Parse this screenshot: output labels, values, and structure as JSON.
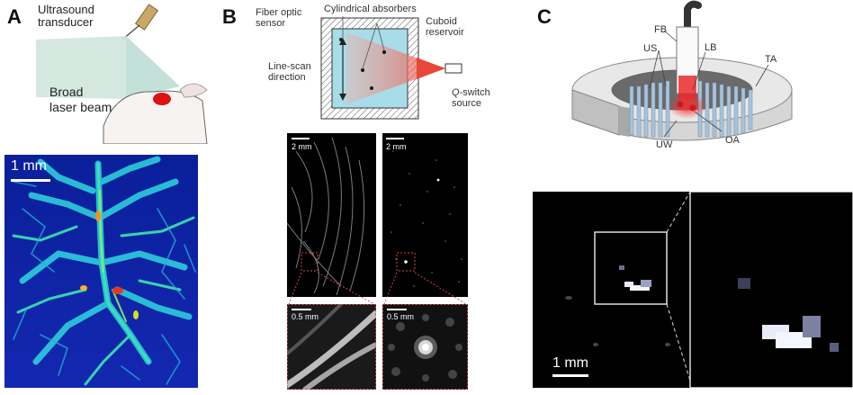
{
  "panels": {
    "a": {
      "letter": "A",
      "labels": {
        "transducer": "Ultrasound transducer",
        "beam": "Broad laser beam"
      },
      "scale_bar": "1 mm"
    },
    "b": {
      "letter": "B",
      "labels": {
        "sensor": "Fiber optic sensor",
        "absorbers": "Cylindrical absorbers",
        "reservoir": "Cuboid reservoir",
        "scan": "Line-scan direction",
        "source_italic": "Q",
        "source_rest": "-switch source"
      },
      "scale_bars": {
        "top_left": "2 mm",
        "top_right": "2 mm",
        "bottom_left": "0.5 mm",
        "bottom_right": "0.5 mm"
      }
    },
    "c": {
      "letter": "C",
      "labels": {
        "fb": "FB",
        "us": "US",
        "lb": "LB",
        "ta": "TA",
        "uw": "UW",
        "oa": "OA"
      },
      "scale_bar": "1 mm"
    }
  },
  "colors": {
    "reservoir_fill": "#a8dce8",
    "laser_red": "#e8473a",
    "inset_border": "#d44a4a",
    "scale_white": "#ffffff"
  }
}
